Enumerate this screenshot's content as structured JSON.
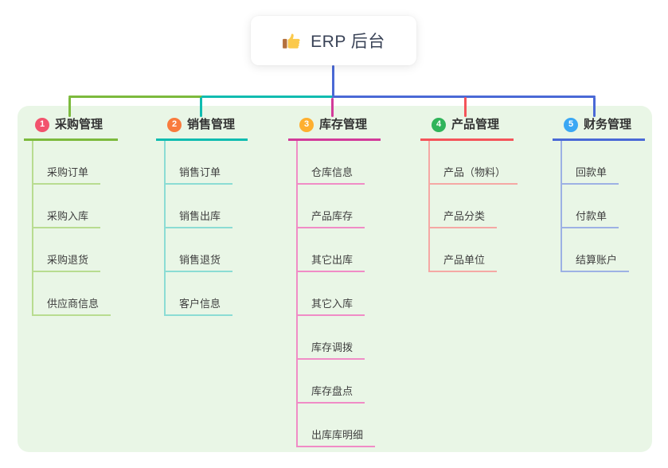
{
  "root_node": {
    "icon": "thumbs-up",
    "label": "ERP 后台"
  },
  "panel": {
    "background": "#e9f6e6"
  },
  "branches": [
    {
      "badge": "1",
      "label": "采购管理",
      "badge_color": "#f2536d",
      "line_color": "#7cba3d",
      "child_line_color": "#b8dc90",
      "children": [
        "采购订单",
        "采购入库",
        "采购退货",
        "供应商信息"
      ]
    },
    {
      "badge": "2",
      "label": "销售管理",
      "badge_color": "#f97b3d",
      "line_color": "#10bcb0",
      "child_line_color": "#8bdcd4",
      "children": [
        "销售订单",
        "销售出库",
        "销售退货",
        "客户信息"
      ]
    },
    {
      "badge": "3",
      "label": "库存管理",
      "badge_color": "#feaf2f",
      "line_color": "#d23b9a",
      "child_line_color": "#f08cc6",
      "children": [
        "仓库信息",
        "产品库存",
        "其它出库",
        "其它入库",
        "库存调拨",
        "库存盘点",
        "出库库明细"
      ]
    },
    {
      "badge": "4",
      "label": "产品管理",
      "badge_color": "#30b45a",
      "line_color": "#f4545a",
      "child_line_color": "#f5a8a4",
      "children": [
        "产品（物料）",
        "产品分类",
        "产品单位"
      ]
    },
    {
      "badge": "5",
      "label": "财务管理",
      "badge_color": "#3aa7f4",
      "line_color": "#4a69d6",
      "child_line_color": "#9db1e4",
      "children": [
        "回款单",
        "付款单",
        "结算账户"
      ]
    }
  ]
}
